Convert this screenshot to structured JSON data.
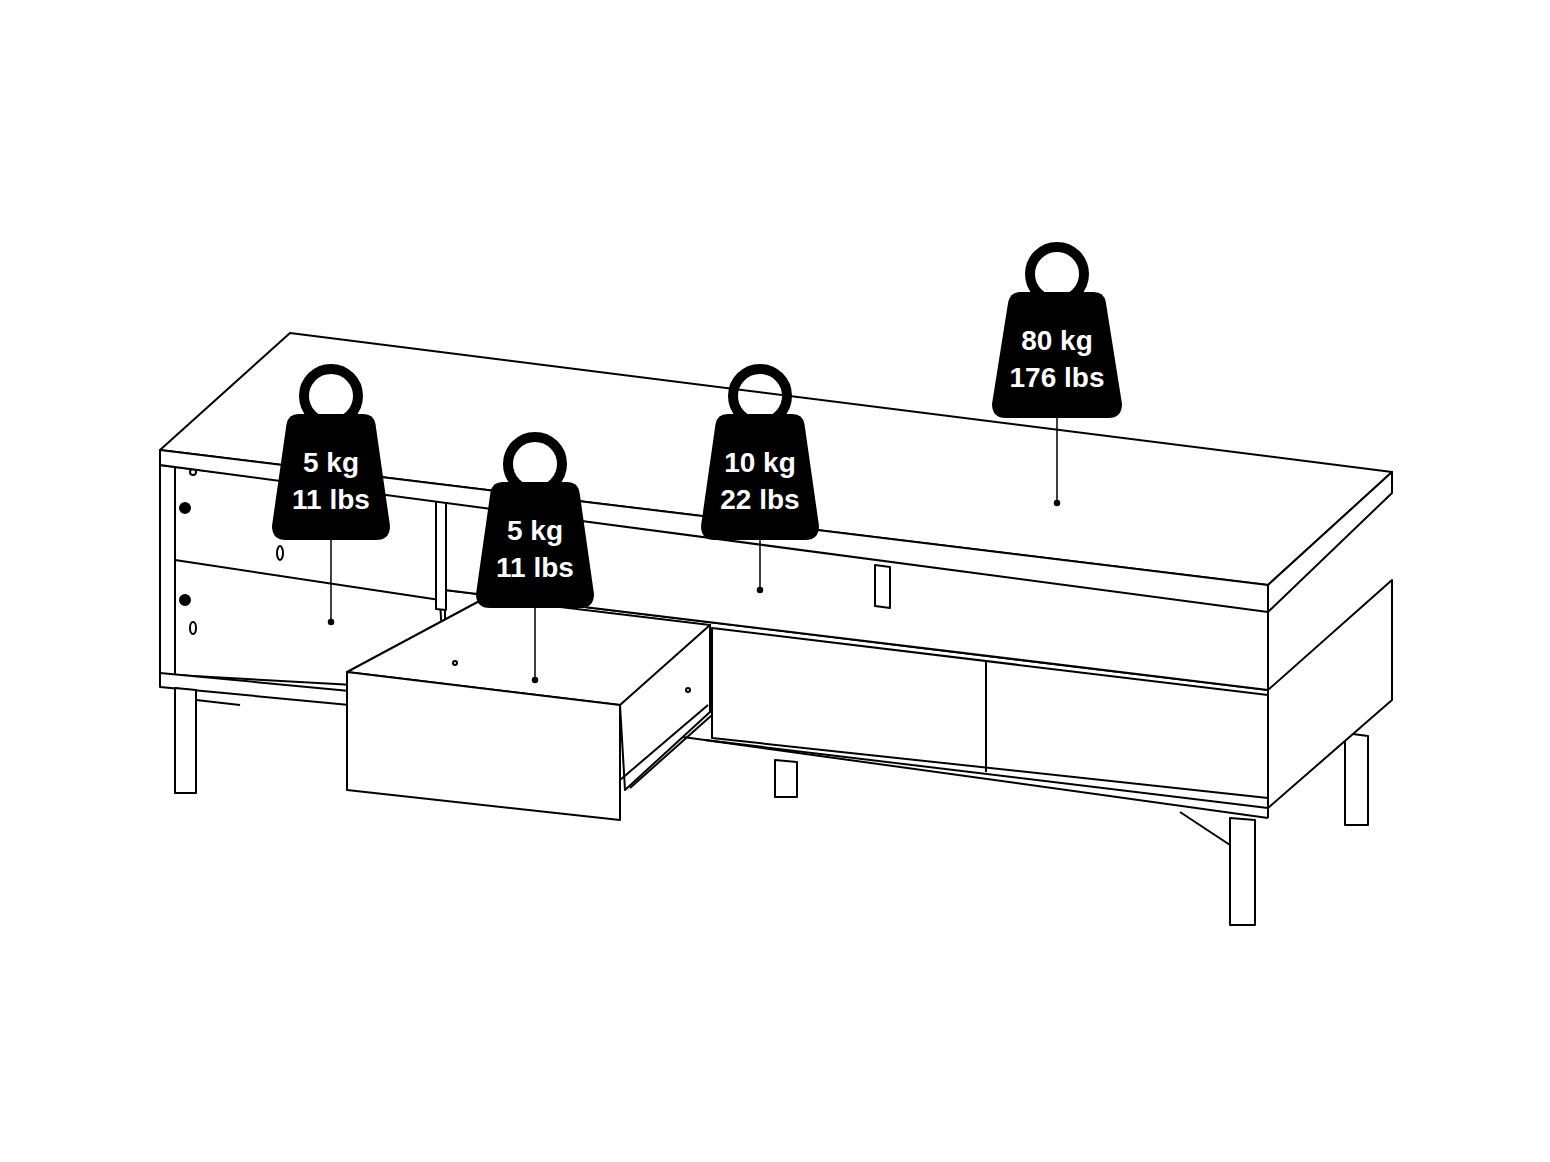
{
  "diagram": {
    "nodes": [
      {
        "text": [
          "5 kg",
          "11 lbs"
        ]
      },
      {
        "text": [
          "5 kg",
          "11 lbs"
        ]
      },
      {
        "text": [
          "10 kg",
          "22 lbs"
        ]
      },
      {
        "text": [
          "80 kg",
          "176 lbs"
        ]
      }
    ]
  }
}
